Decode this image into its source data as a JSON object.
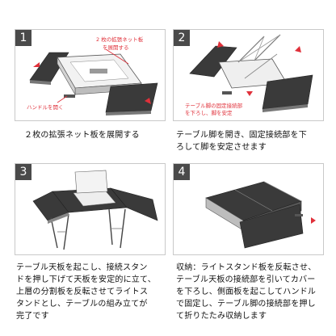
{
  "steps": [
    {
      "number": "1",
      "annotations": [
        "2 枚の拡張ネット板",
        "を展開する",
        "ハンドルを開く"
      ],
      "caption": "２枚の拡張ネット板を展開する"
    },
    {
      "number": "2",
      "annotations": [
        "テーブル脚の固定接続部",
        "を下ろし、脚を安定"
      ],
      "caption": "テーブル脚を開き、固定接続部を下\nろして脚を安定させます"
    },
    {
      "number": "3",
      "annotations": [],
      "caption": "テーブル天板を起こし、接続スタン\nドを押し下げて天板を安定的に立て、\n上層の分割板を反転させてライトス\nタンドとし、テーブルの組み立てが\n完了です"
    },
    {
      "number": "4",
      "annotations": [],
      "caption": "収納：ライトスタンド板を反転させ、\nテーブル天板の接続部を引いてカバー\nを下ろし、側面板を起こしてハンドル\nで固定し、テーブル脚の接続部を押し\nて折りたたみ収納します"
    }
  ],
  "colors": {
    "accent": "#e0303a",
    "badge": "#4a4a4a",
    "mesh": "#3a3a3a"
  }
}
